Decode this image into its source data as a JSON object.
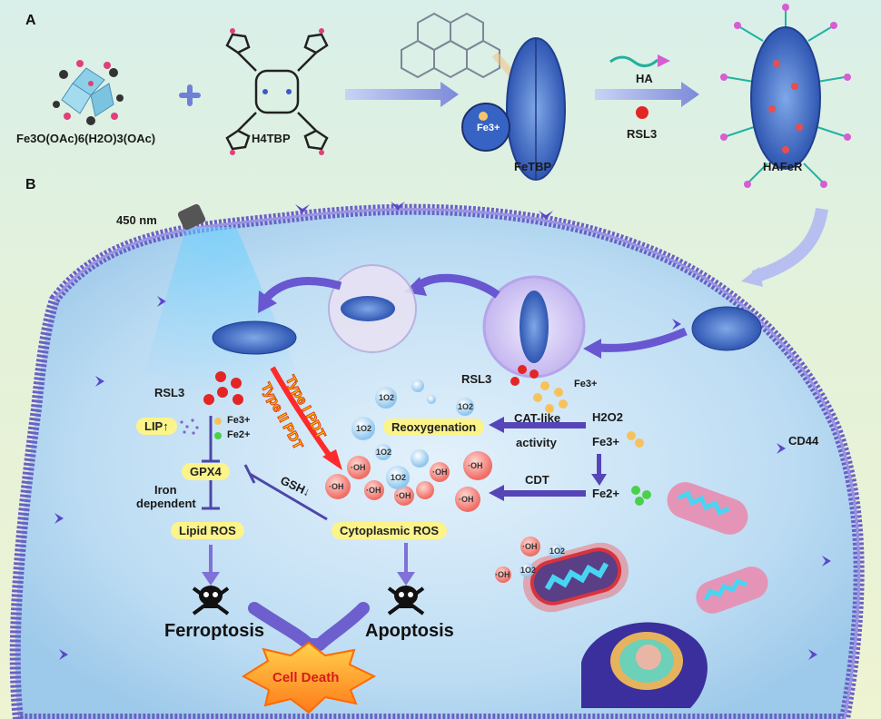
{
  "panels": {
    "a": "A",
    "b": "B"
  },
  "synthesis": {
    "cluster_formula": "Fe3O(OAc)6(H2O)3(OAc)",
    "plus": "+",
    "ligand": "H4TBP",
    "mof": "FeTBP",
    "mof_ion": "Fe3+",
    "ha": "HA",
    "rsl3": "RSL3",
    "nanoparticle": "HAFeR"
  },
  "cell": {
    "light": "450 nm",
    "receptor": "CD44",
    "rsl3_left": "RSL3",
    "lip": "LIP",
    "fe3": "Fe3+",
    "fe2": "Fe2+",
    "gpx4": "GPX4",
    "iron_dependent_1": "Iron",
    "iron_dependent_2": "dependent",
    "lipid_ros": "Lipid ROS",
    "type1": "Type I PDT",
    "type2": "Type II PDT",
    "gsh": "GSH",
    "cytoplasmic_ros": "Cytoplasmic ROS",
    "ferroptosis": "Ferroptosis",
    "apoptosis": "Apoptosis",
    "cell_death": "Cell Death",
    "rsl3_mid": "RSL3",
    "fe3_mid": "Fe3+",
    "reoxygenation": "Reoxygenation",
    "cat_like_1": "CAT-like",
    "cat_like_2": "activity",
    "h2o2": "H2O2",
    "fe3_right": "Fe3+",
    "cdt": "CDT",
    "fe2_right": "Fe2+",
    "singlet": "1O2",
    "hydroxyl": "·OH"
  }
}
